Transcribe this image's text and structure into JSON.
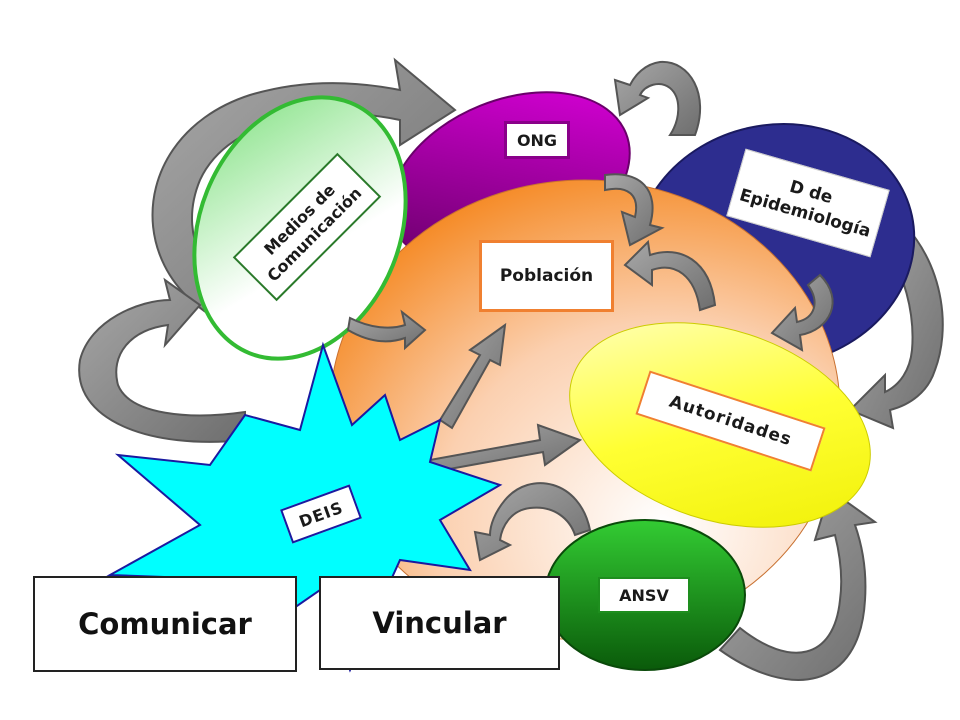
{
  "diagram": {
    "nodes": {
      "ong": "ONG",
      "medios": "Medios de Comunicación",
      "epidemiologia": "D de Epidemiología",
      "poblacion": "Población",
      "autoridades": "Autoridades",
      "deis": "DEIS",
      "ansv": "ANSV"
    },
    "actions": {
      "comunicar": "Comunicar",
      "vincular": "Vincular"
    }
  },
  "colors": {
    "ong": "#b000b0",
    "epidemiologia": "#2a2a8c",
    "poblacion": "#f59030",
    "medios": "#33cc33",
    "autoridades": "#ffff33",
    "deis": "#00ffff",
    "ansv": "#1e9e1e",
    "arrow": "#888888"
  }
}
